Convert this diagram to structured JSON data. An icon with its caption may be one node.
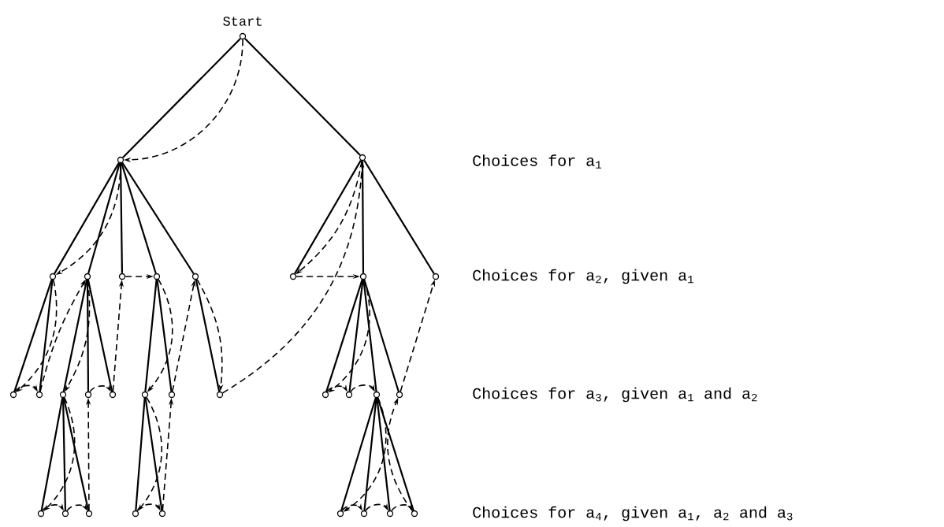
{
  "diagram": {
    "nodes": [
      {
        "text": [],
        "shape": "circle",
        "beside": [
          "Start"
        ]
      },
      {
        "text": [],
        "shape": "circle"
      },
      {
        "text": [],
        "shape": "circle"
      },
      {
        "text": [],
        "shape": "circle"
      },
      {
        "text": [],
        "shape": "circle"
      },
      {
        "text": [],
        "shape": "circle"
      },
      {
        "text": [],
        "shape": "circle"
      },
      {
        "text": [],
        "shape": "circle"
      },
      {
        "text": [],
        "shape": "circle"
      },
      {
        "text": [],
        "shape": "circle"
      },
      {
        "text": [],
        "shape": "circle"
      },
      {
        "text": [],
        "shape": "circle"
      },
      {
        "text": [],
        "shape": "circle"
      },
      {
        "text": [],
        "shape": "circle"
      },
      {
        "text": [],
        "shape": "circle"
      },
      {
        "text": [],
        "shape": "circle"
      },
      {
        "text": [],
        "shape": "circle"
      },
      {
        "text": [],
        "shape": "circle"
      },
      {
        "text": [],
        "shape": "circle"
      },
      {
        "text": [],
        "shape": "circle"
      },
      {
        "text": [],
        "shape": "circle"
      },
      {
        "text": [],
        "shape": "circle"
      },
      {
        "text": [],
        "shape": "circle"
      },
      {
        "text": [],
        "shape": "circle"
      },
      {
        "text": [],
        "shape": "circle"
      },
      {
        "text": [],
        "shape": "circle"
      },
      {
        "text": [],
        "shape": "circle"
      },
      {
        "text": [],
        "shape": "circle"
      },
      {
        "text": [],
        "shape": "circle"
      },
      {
        "text": [],
        "shape": "circle"
      },
      {
        "text": [],
        "shape": "circle"
      },
      {
        "text": [],
        "shape": "circle"
      }
    ],
    "edges": [
      {
        "from": 0,
        "to": 1,
        "arrow": "none"
      },
      {
        "from": 0,
        "to": 2,
        "arrow": "none"
      },
      {
        "from": 1,
        "to": 3,
        "arrow": "none"
      },
      {
        "from": 1,
        "to": 4,
        "arrow": "none"
      },
      {
        "from": 1,
        "to": 5,
        "arrow": "none"
      },
      {
        "from": 1,
        "to": 6,
        "arrow": "none"
      },
      {
        "from": 1,
        "to": 7,
        "arrow": "none"
      },
      {
        "from": 2,
        "to": 8,
        "arrow": "none"
      },
      {
        "from": 2,
        "to": 9,
        "arrow": "none"
      },
      {
        "from": 2,
        "to": 10,
        "arrow": "none"
      },
      {
        "from": 3,
        "to": 11,
        "arrow": "none"
      },
      {
        "from": 3,
        "to": 12,
        "arrow": "none"
      },
      {
        "from": 4,
        "to": 13,
        "arrow": "none"
      },
      {
        "from": 4,
        "to": 14,
        "arrow": "none"
      },
      {
        "from": 4,
        "to": 15,
        "arrow": "none"
      },
      {
        "from": 6,
        "to": 16,
        "arrow": "none"
      },
      {
        "from": 6,
        "to": 17,
        "arrow": "none"
      },
      {
        "from": 7,
        "to": 18,
        "arrow": "none"
      },
      {
        "from": 9,
        "to": 19,
        "arrow": "none"
      },
      {
        "from": 9,
        "to": 20,
        "arrow": "none"
      },
      {
        "from": 9,
        "to": 21,
        "arrow": "none"
      },
      {
        "from": 9,
        "to": 22,
        "arrow": "none"
      },
      {
        "from": 13,
        "to": 23,
        "arrow": "none"
      },
      {
        "from": 13,
        "to": 24,
        "arrow": "none"
      },
      {
        "from": 13,
        "to": 25,
        "arrow": "none"
      },
      {
        "from": 16,
        "to": 26,
        "arrow": "none"
      },
      {
        "from": 16,
        "to": 27,
        "arrow": "none"
      },
      {
        "from": 21,
        "to": 28,
        "arrow": "none"
      },
      {
        "from": 21,
        "to": 29,
        "arrow": "none"
      },
      {
        "from": 21,
        "to": 30,
        "arrow": "none"
      },
      {
        "from": 21,
        "to": 31,
        "arrow": "none"
      },
      {
        "from": 0,
        "to": 1,
        "arrow": "to",
        "style": "dashed"
      },
      {
        "from": 1,
        "to": 3,
        "arrow": "to",
        "style": "dashed"
      },
      {
        "from": 3,
        "to": 11,
        "arrow": "to",
        "style": "dashed"
      },
      {
        "from": 11,
        "to": 12,
        "arrow": "to",
        "style": "dashed"
      },
      {
        "from": 12,
        "to": 4,
        "arrow": "to",
        "style": "dashed"
      },
      {
        "from": 4,
        "to": 13,
        "arrow": "to",
        "style": "dashed"
      },
      {
        "from": 13,
        "to": 23,
        "arrow": "to",
        "style": "dashed"
      },
      {
        "from": 23,
        "to": 24,
        "arrow": "to",
        "style": "dashed"
      },
      {
        "from": 24,
        "to": 25,
        "arrow": "to",
        "style": "dashed"
      },
      {
        "from": 25,
        "to": 14,
        "arrow": "to",
        "style": "dashed"
      },
      {
        "from": 14,
        "to": 15,
        "arrow": "to",
        "style": "dashed"
      },
      {
        "from": 15,
        "to": 5,
        "arrow": "to",
        "style": "dashed"
      },
      {
        "from": 5,
        "to": 6,
        "arrow": "to",
        "style": "dashed"
      },
      {
        "from": 6,
        "to": 16,
        "arrow": "to",
        "style": "dashed"
      },
      {
        "from": 16,
        "to": 26,
        "arrow": "to",
        "style": "dashed"
      },
      {
        "from": 26,
        "to": 27,
        "arrow": "to",
        "style": "dashed"
      },
      {
        "from": 27,
        "to": 17,
        "arrow": "to",
        "style": "dashed"
      },
      {
        "from": 17,
        "to": 7,
        "arrow": "to",
        "style": "dashed"
      },
      {
        "from": 7,
        "to": 18,
        "arrow": "to",
        "style": "dashed"
      },
      {
        "from": 18,
        "to": 2,
        "arrow": "to",
        "style": "dashed"
      },
      {
        "from": 2,
        "to": 8,
        "arrow": "to",
        "style": "dashed"
      },
      {
        "from": 8,
        "to": 9,
        "arrow": "to",
        "style": "dashed"
      },
      {
        "from": 9,
        "to": 19,
        "arrow": "to",
        "style": "dashed"
      },
      {
        "from": 19,
        "to": 20,
        "arrow": "to",
        "style": "dashed"
      },
      {
        "from": 20,
        "to": 21,
        "arrow": "to",
        "style": "dashed"
      },
      {
        "from": 21,
        "to": 28,
        "arrow": "to",
        "style": "dashed"
      },
      {
        "from": 28,
        "to": 29,
        "arrow": "to",
        "style": "dashed"
      },
      {
        "from": 29,
        "to": 30,
        "arrow": "to",
        "style": "dashed"
      },
      {
        "from": 30,
        "to": 31,
        "arrow": "to",
        "style": "dashed"
      },
      {
        "from": 31,
        "to": 22,
        "arrow": "to",
        "style": "dashed"
      },
      {
        "from": 22,
        "to": 10,
        "arrow": "to",
        "style": "dashed"
      }
    ],
    "labels": [
      "Choices for a$_{1}$",
      "Choices for a$_{2}$, given a$_{1}$",
      "Choices for a$_{3}$, given a$_{1}$ and a$_{2}$",
      "Choices for a$_{4}$, given a$_{1}$, a$_{2}$ and a$_{3}$"
    ]
  }
}
